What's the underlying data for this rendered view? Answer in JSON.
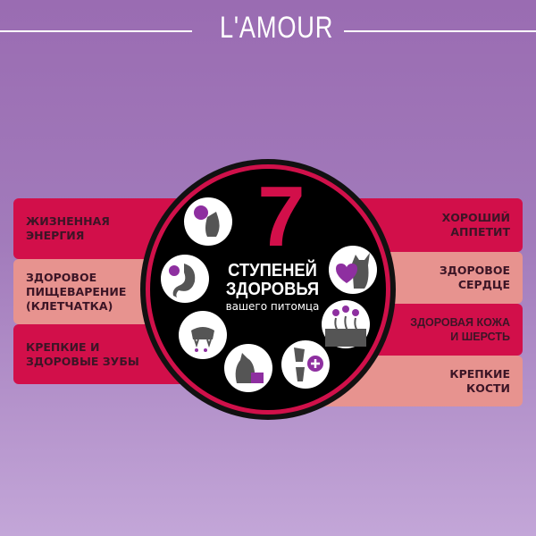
{
  "brand": "L'AMOUR",
  "center": {
    "number": "7",
    "line1": "СТУПЕНЕЙ",
    "line2": "ЗДОРОВЬЯ",
    "line3": "вашего питомца"
  },
  "left_items": [
    {
      "label": "ЖИЗНЕННАЯ ЭНЕРГИЯ",
      "icon": "cat-with-ball-icon"
    },
    {
      "label": "ЗДОРОВОЕ ПИЩЕВАРЕНИЕ (КЛЕТЧАТКА)",
      "icon": "stomach-check-icon"
    },
    {
      "label": "КРЕПКИЕ И ЗДОРОВЫЕ ЗУБЫ",
      "icon": "cat-teeth-icon"
    }
  ],
  "right_items": [
    {
      "label": "ХОРОШИЙ АППЕТИТ",
      "icon": "cat-with-scale-icon"
    },
    {
      "label": "ЗДОРОВОЕ СЕРДЦЕ",
      "icon": "cat-heart-icon"
    },
    {
      "label": "ЗДОРОВАЯ КОЖА И ШЕРСТЬ",
      "icon": "skin-fur-icon"
    },
    {
      "label": "КРЕПКИЕ КОСТИ",
      "icon": "bone-joint-icon"
    }
  ],
  "colors": {
    "crimson": "#d20f4a",
    "salmon": "#e7938f",
    "purple": "#9a6cb2",
    "accent": "#8e2fa0"
  }
}
